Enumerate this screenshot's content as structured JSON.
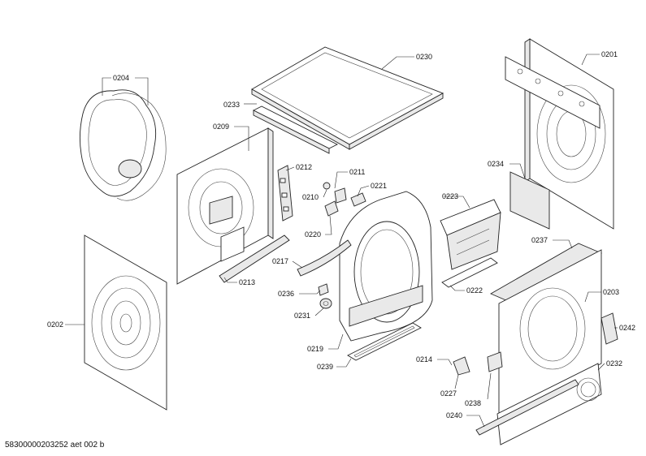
{
  "diagram": {
    "labels": {
      "p0201": "0201",
      "p0202": "0202",
      "p0203": "0203",
      "p0204": "0204",
      "p0209": "0209",
      "p0210": "0210",
      "p0211": "0211",
      "p0212": "0212",
      "p0213": "0213",
      "p0214": "0214",
      "p0217": "0217",
      "p0219": "0219",
      "p0220": "0220",
      "p0221": "0221",
      "p0222": "0222",
      "p0223": "0223",
      "p0227": "0227",
      "p0230": "0230",
      "p0231": "0231",
      "p0232": "0232",
      "p0233": "0233",
      "p0234": "0234",
      "p0236": "0236",
      "p0237": "0237",
      "p0238": "0238",
      "p0239": "0239",
      "p0240": "0240",
      "p0242": "0242"
    },
    "footer": "58300000203252 aet 002 b"
  }
}
